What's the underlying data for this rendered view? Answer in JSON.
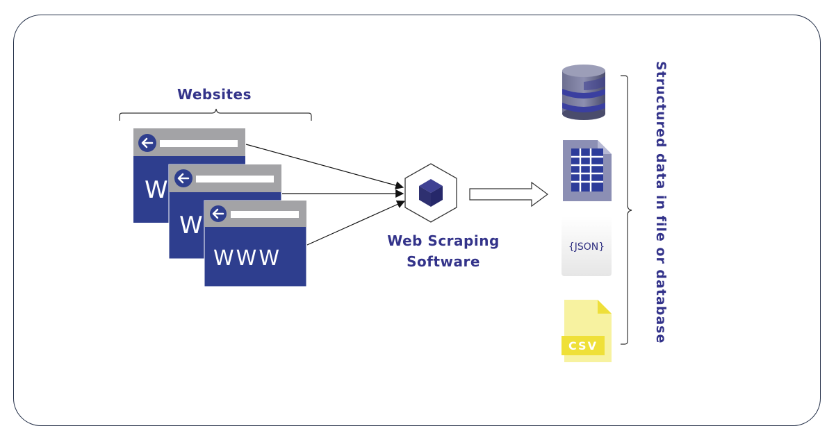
{
  "websites": {
    "label": "Websites",
    "window_text": [
      "W",
      "W",
      "WWW"
    ]
  },
  "software": {
    "line1": "Web Scraping",
    "line2": "Software"
  },
  "outputs": {
    "label": "Structured data in file or database",
    "items": [
      {
        "name": "database",
        "icon": "database-icon"
      },
      {
        "name": "spreadsheet",
        "icon": "spreadsheet-icon"
      },
      {
        "name": "json",
        "icon": "json-file-icon",
        "text": "{JSON}"
      },
      {
        "name": "csv",
        "icon": "csv-file-icon",
        "text": "CSV"
      }
    ]
  },
  "colors": {
    "text": "#33338a",
    "window_body": "#2e3e8e",
    "window_bar": "#a3a3a6",
    "csv_yellow": "#f5ec5c",
    "db_purple": "#4a4f82"
  }
}
